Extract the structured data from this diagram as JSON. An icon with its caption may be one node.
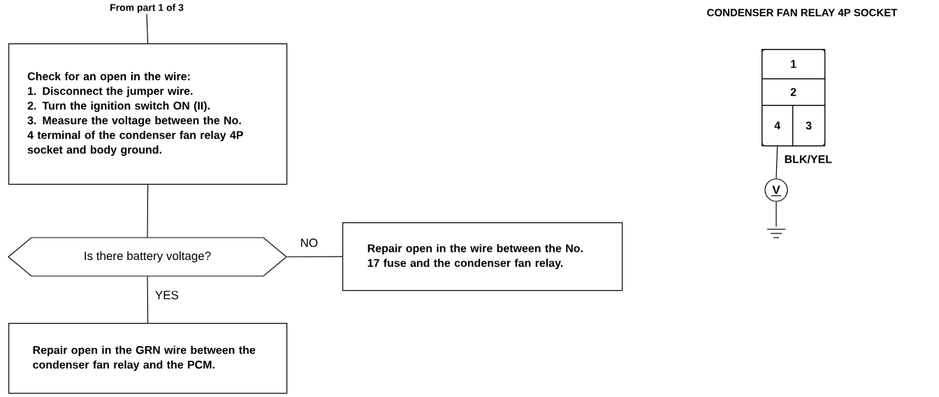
{
  "diagram": {
    "nodes": [
      {
        "text": [
          "From part 1 of 3"
        ]
      },
      {
        "text": [
          "Check for an open in the wire:",
          "1. Disconnect the jumper wire.",
          "2. Turn the ignition switch ON (II).",
          "3. Measure the voltage between the No. 4 terminal of the condenser fan relay 4P socket and body ground."
        ]
      },
      {
        "text": [
          "Is there battery voltage?"
        ]
      },
      {
        "text": [
          "Repair open in the wire between the No. 17 fuse and the condenser fan relay."
        ]
      },
      {
        "text": [
          "Repair open in the GRN wire between the condenser fan relay and the PCM."
        ]
      },
      {
        "text": [],
        "shape": "box"
      },
      {
        "text": [
          "1"
        ],
        "in": 5
      },
      {
        "text": [
          "2"
        ],
        "in": 5
      },
      {
        "text": [
          "4"
        ],
        "in": 5
      },
      {
        "text": [
          "3"
        ],
        "in": 5
      },
      {
        "text": [
          "V"
        ]
      },
      {
        "text": [],
        "shape": "ground"
      }
    ],
    "edges": [
      {
        "from": 0,
        "to": 1,
        "arrow": "none"
      },
      {
        "from": 1,
        "to": 2,
        "arrow": "none"
      },
      {
        "from": 2,
        "to": 3,
        "arrow": "none",
        "label": "NO"
      },
      {
        "from": 2,
        "to": 4,
        "arrow": "none",
        "label": "YES"
      },
      {
        "from": 8,
        "to": 10,
        "arrow": "none",
        "label": "BLK/YEL"
      },
      {
        "from": 10,
        "to": 11,
        "arrow": "none"
      }
    ],
    "labels": [
      "CONDENSER FAN RELAY 4P SOCKET"
    ]
  }
}
